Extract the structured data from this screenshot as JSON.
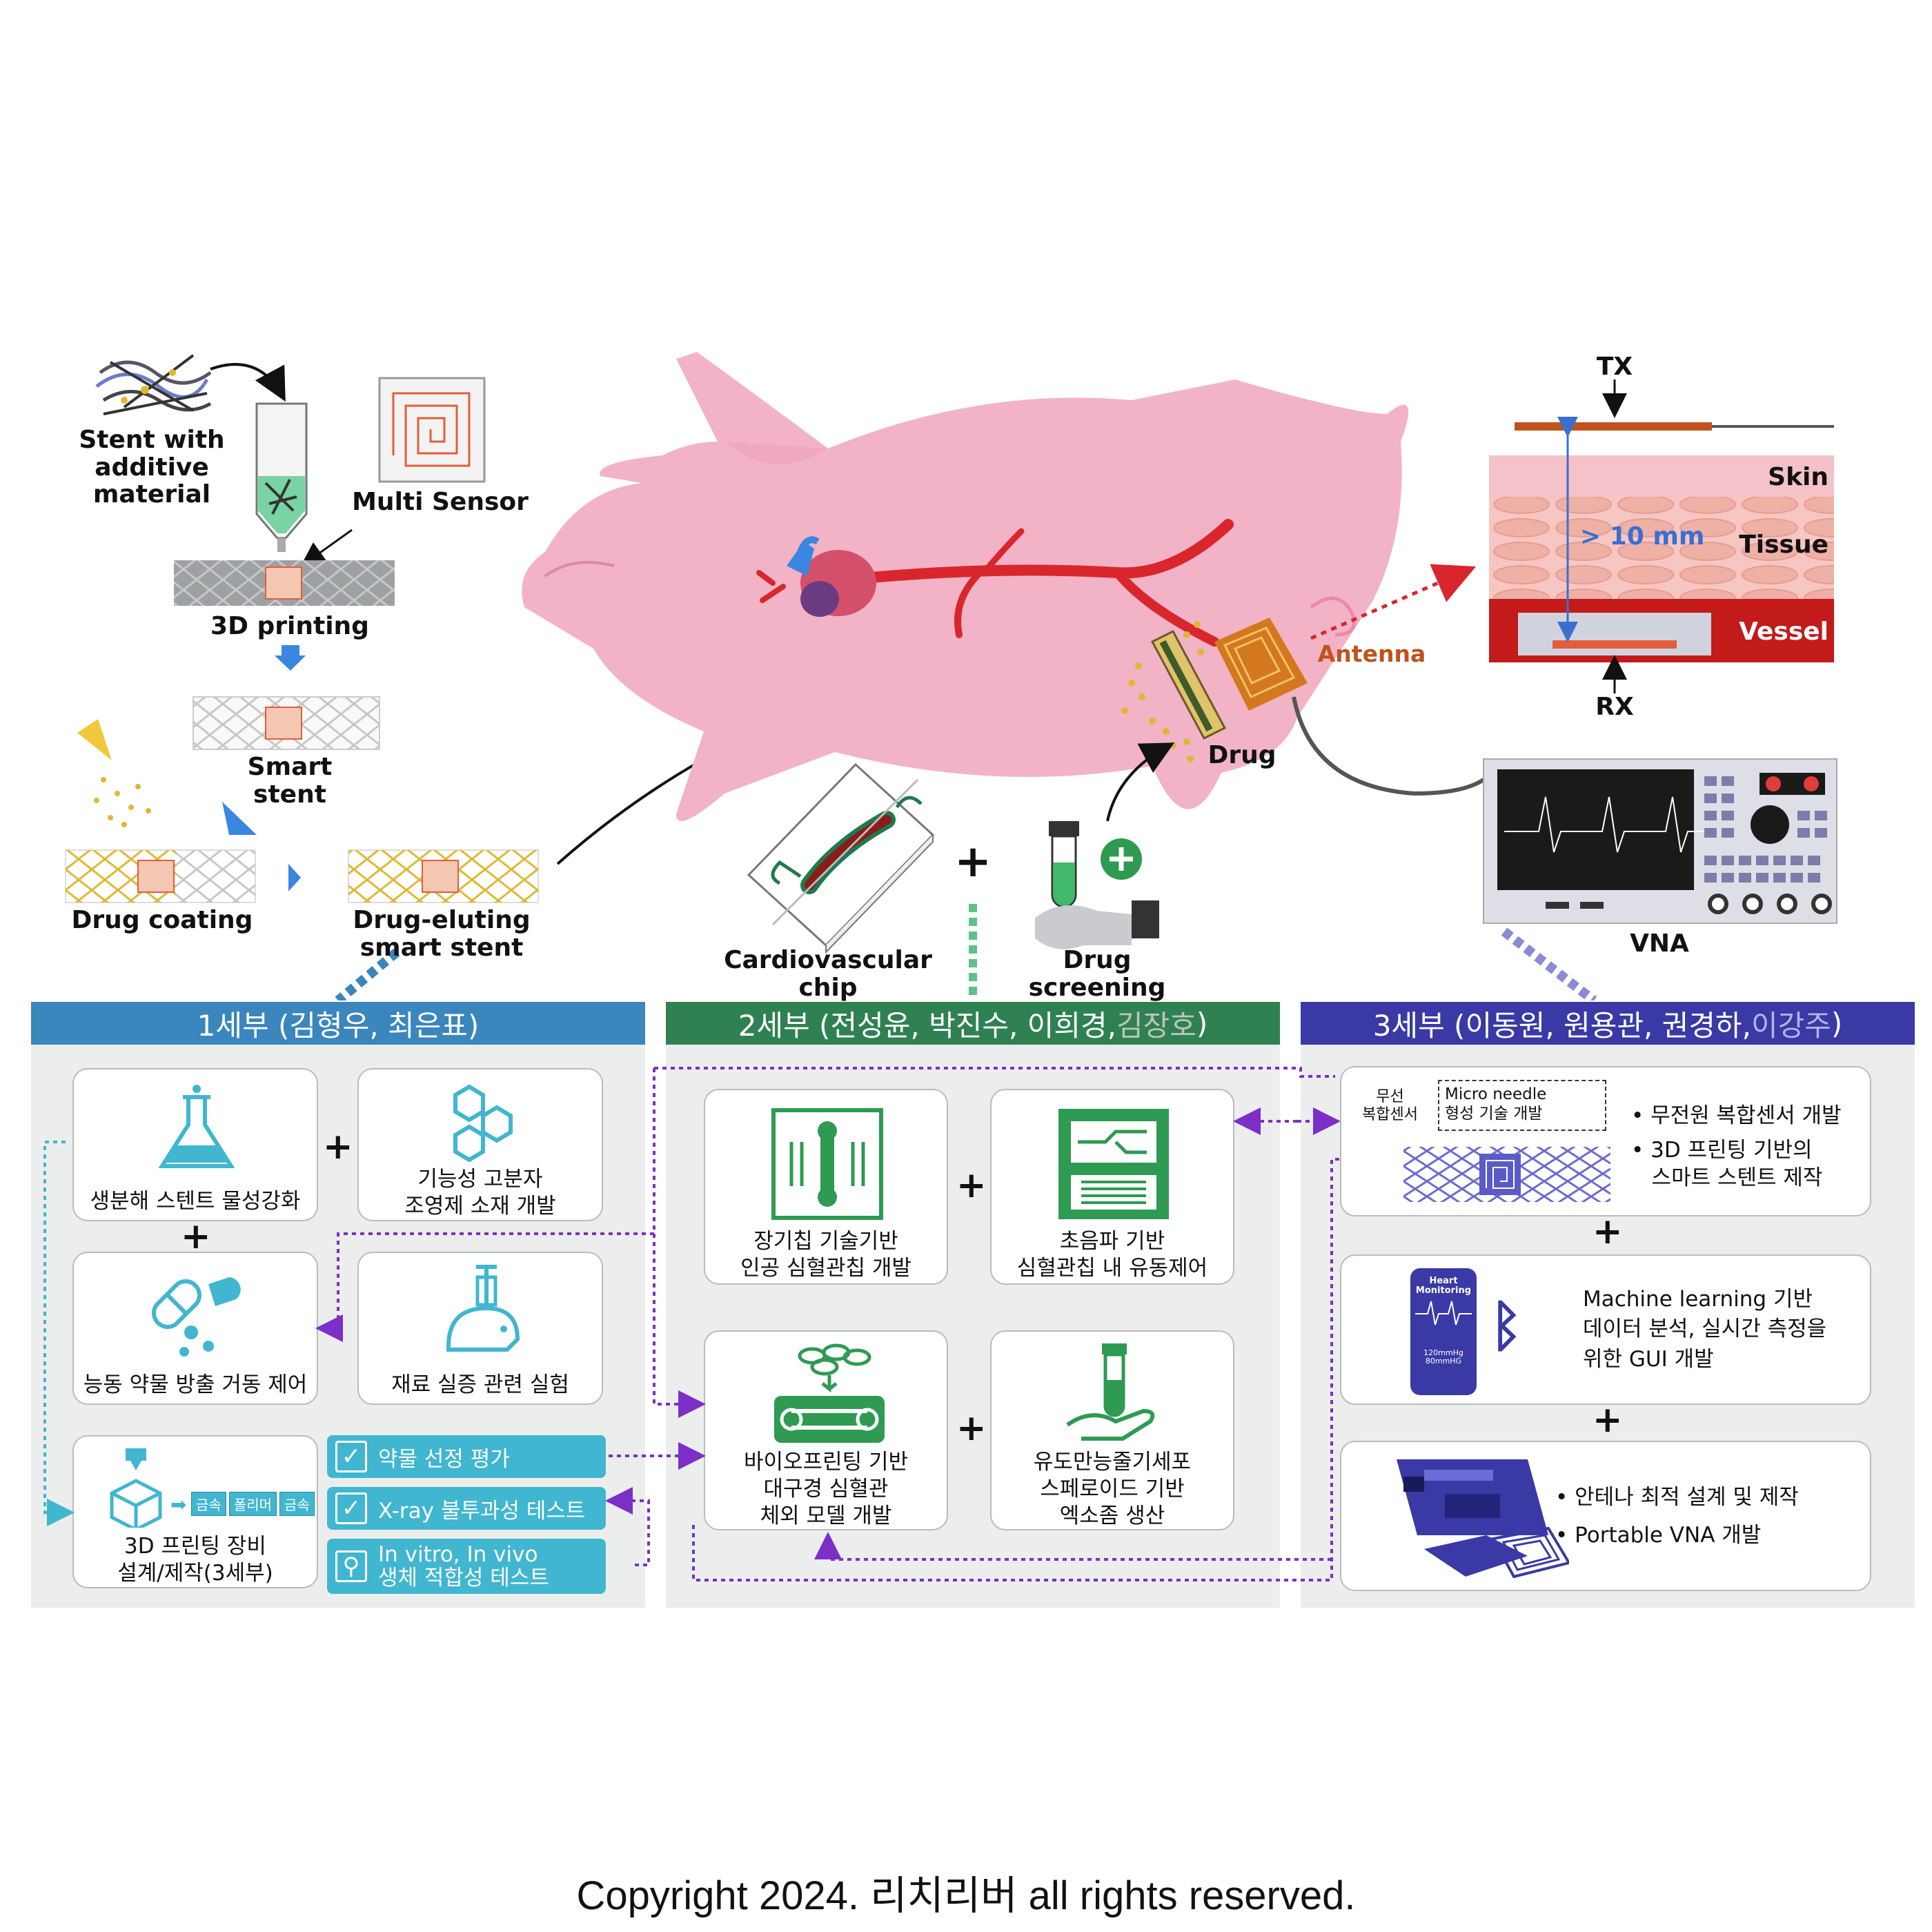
{
  "top": {
    "stent_material": "Stent with\nadditive\nmaterial",
    "multi_sensor": "Multi Sensor",
    "printing": "3D printing",
    "smart_stent": "Smart stent",
    "drug_coating": "Drug coating",
    "drug_eluting": "Drug-eluting\nsmart stent",
    "cardio_chip": "Cardiovascular chip",
    "drug_screening": "Drug screening",
    "drug": "Drug",
    "antenna": "Antenna",
    "tx": "TX",
    "rx": "RX",
    "skin": "Skin",
    "tissue": "Tissue",
    "vessel": "Vessel",
    "distance": "> 10 mm",
    "vna": "VNA"
  },
  "panel1": {
    "title": "1세부 (김형우, 최은표)",
    "color": "#3a86bd",
    "cards": [
      "생분해 스텐트 물성강화",
      "기능성 고분자\n조영제 소재 개발",
      "능동 약물 방출 거동 제어",
      "재료 실증 관련 실험",
      "3D 프린팅 장비\n설계/제작(3세부)"
    ],
    "materials": [
      "금속",
      "폴리머",
      "금속"
    ],
    "checks": [
      "약물 선정 평가",
      "X-ray 불투과성 테스트",
      "In vitro, In vivo\n생체 적합성 테스트"
    ]
  },
  "panel2": {
    "title_main": "2세부 (전성윤, 박진수, 이희경, ",
    "title_grey": "김장호",
    "title_end": " )",
    "color": "#2f8152",
    "cards": [
      "장기칩 기술기반\n인공 심혈관칩 개발",
      "초음파 기반\n심혈관칩 내 유동제어",
      "바이오프린팅 기반\n대구경 심혈관\n체외 모델 개발",
      "유도만능줄기세포\n스페로이드 기반\n엑소좀 생산"
    ]
  },
  "panel3": {
    "title_main": "3세부 (이동원, 원용관, 권경하, ",
    "title_grey": "이강주",
    "title_end": ")",
    "color": "#3a39a5",
    "wireless": "무선\n복합센서",
    "micro_needle": "Micro needle\n형성 기술 개발",
    "bullets1": [
      "• 무전원 복합센서 개발",
      "• 3D 프린팅 기반의\n   스마트 스텐트 제작"
    ],
    "phone_title": "Heart\nMonitoring",
    "phone_vals": "120mmHg\n80mmHG",
    "ml_text": "Machine learning 기반\n데이터 분석, 실시간 측정을\n위한 GUI 개발",
    "bullets3": [
      "• 안테나 최적 설계 및 제작",
      "• Portable VNA 개발"
    ]
  },
  "copyright": "Copyright 2024. 리치리버 all rights reserved.",
  "colors": {
    "pig": "#f2b3c6",
    "artery": "#d9262c",
    "cyan": "#41b6d0",
    "green": "#2f8152",
    "indigo": "#3a39a5",
    "purple_dots": "#7b2fc7"
  }
}
